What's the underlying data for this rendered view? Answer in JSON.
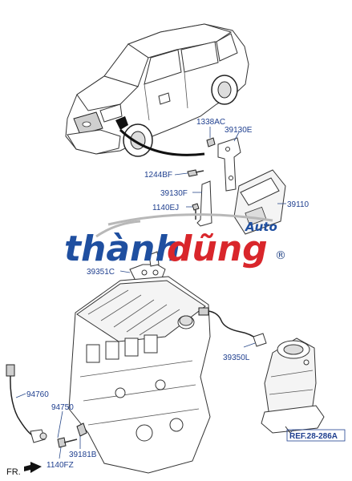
{
  "labels": {
    "l1338ac": "1338AC",
    "l39130e": "39130E",
    "l1244bf": "1244BF",
    "l39130f": "39130F",
    "l39110": "39110",
    "l1140ej": "1140EJ",
    "l39351c": "39351C",
    "l39350l": "39350L",
    "l94760": "94760",
    "l94750": "94750",
    "l39181b": "39181B",
    "l1140fz": "1140FZ",
    "ref": "REF.28-286A",
    "fr": "FR."
  },
  "watermark": {
    "brand_a": "thành",
    "brand_b": "dũng",
    "auto": "Auto",
    "registered": "®",
    "color_blue": "#1f4fa0",
    "color_red": "#d9262b"
  }
}
